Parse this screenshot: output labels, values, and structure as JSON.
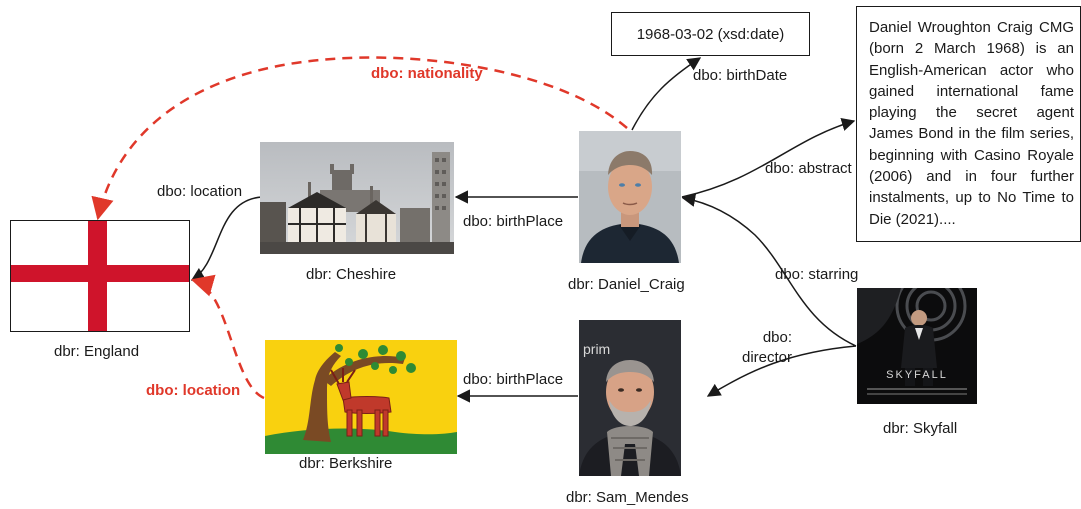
{
  "nodes": {
    "england": "dbr: England",
    "cheshire": "dbr: Cheshire",
    "berkshire": "dbr: Berkshire",
    "daniel_craig": "dbr: Daniel_Craig",
    "sam_mendes": "dbr: Sam_Mendes",
    "skyfall": "dbr: Skyfall"
  },
  "literals": {
    "birth_date": "1968-03-02 (xsd:date)",
    "abstract": "Daniel Wroughton Craig CMG (born 2 March 1968) is an English-American actor who gained international fame playing the secret agent James Bond in the film series, beginning with Casino Royale (2006) and in four further instalments, up to No Time to Die (2021)...."
  },
  "edges": {
    "nationality": "dbo: nationality",
    "birth_date": "dbo: birthDate",
    "abstract": "dbo: abstract",
    "cheshire_location": "dbo: location",
    "craig_birth_place": "dbo: birthPlace",
    "starring": "dbo: starring",
    "director": "dbo:\ndirector",
    "mendes_birth_place": "dbo: birthPlace",
    "berkshire_location": "dbo: location"
  },
  "images": {
    "skyfall_poster_text": "SKYFALL",
    "mendes_backdrop_text": "prim"
  },
  "colors": {
    "inferred_edge": "#e0382a",
    "edge": "#1a1a1a",
    "england_cross": "#cf142b",
    "berkshire_field": "#f9d10f"
  }
}
